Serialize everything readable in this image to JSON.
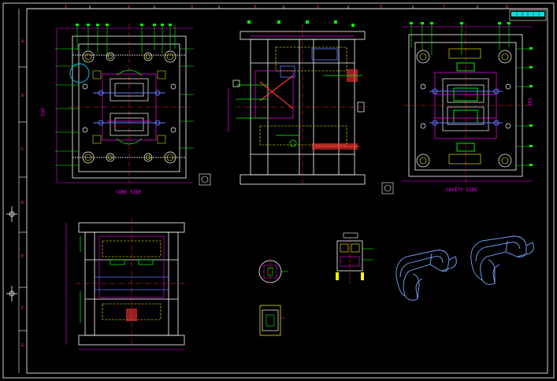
{
  "sheet": {
    "top_ruler_labels": [
      "1",
      "2",
      "3",
      "4",
      "5",
      "6",
      "7",
      "8"
    ],
    "left_ruler_labels": [
      "A",
      "B",
      "C",
      "D",
      "E",
      "F",
      "G"
    ]
  },
  "views": {
    "core_side_label": "CORE SIDE",
    "cavity_side_label": "CAVITY SIDE",
    "top_label_left": "TOP",
    "top_label_right": "TOP"
  },
  "colors": {
    "background": "#000000",
    "frame": "#ffffff",
    "outline": "#ffffff",
    "dimension": "#ff00ff",
    "leader": "#00ff00",
    "hidden": "#ffff00",
    "center": "#ff3333",
    "accent_blue": "#5a7dff",
    "part_3d": "#7fa6ff"
  }
}
